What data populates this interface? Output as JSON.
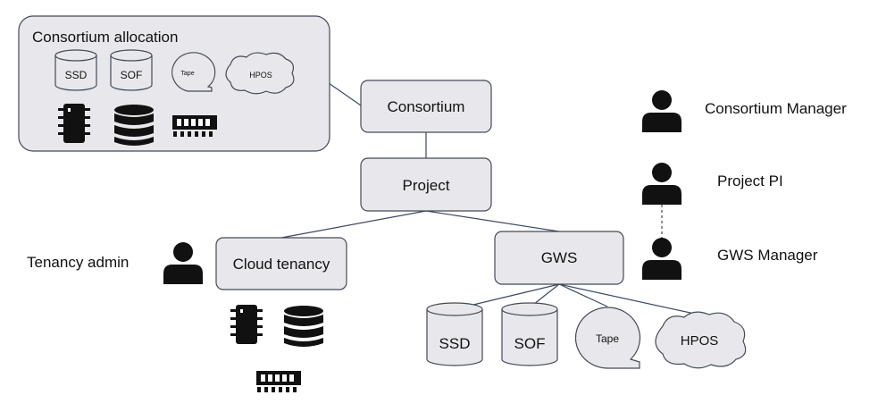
{
  "allocation": {
    "title": "Consortium allocation",
    "storage": [
      "SSD",
      "SOF",
      "Tape",
      "HPOS"
    ]
  },
  "nodes": {
    "consortium": "Consortium",
    "project": "Project",
    "cloud_tenancy": "Cloud tenancy",
    "gws": "GWS"
  },
  "gws_storage": [
    "SSD",
    "SOF",
    "Tape",
    "HPOS"
  ],
  "roles": {
    "consortium_manager": "Consortium Manager",
    "project_pi": "Project PI",
    "gws_manager": "GWS Manager",
    "tenancy_admin": "Tenancy admin"
  },
  "colors": {
    "box_fill": "#e8e8ec",
    "border": "#444a55",
    "line": "#3b4a66",
    "icon": "#111111"
  },
  "icons": [
    "chip-icon",
    "database-icon",
    "memory-icon",
    "person-icon"
  ]
}
